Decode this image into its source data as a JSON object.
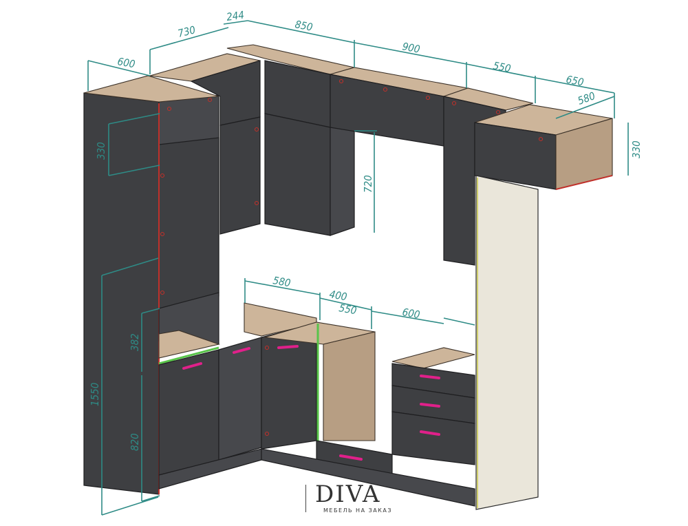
{
  "dimensions": {
    "d600_top": "600",
    "d730": "730",
    "d244": "244",
    "d850": "850",
    "d900": "900",
    "d550_top": "550",
    "d650": "650",
    "d580_right": "580",
    "d330_right": "330",
    "d330_left": "330",
    "d720": "720",
    "d1550": "1550",
    "d382": "382",
    "d820": "820",
    "d580_mid": "580",
    "d400": "400",
    "d550_mid": "550",
    "d600_mid": "600"
  },
  "brand": {
    "name": "DIVA",
    "tagline": "МЕБЕЛЬ НА ЗАКАЗ"
  },
  "colors": {
    "cabinet": "#3e3f42",
    "wood": "#cdb59a",
    "dimension": "#2e8b86",
    "handle": "#e0208a",
    "side_panel": "#eae6da"
  }
}
